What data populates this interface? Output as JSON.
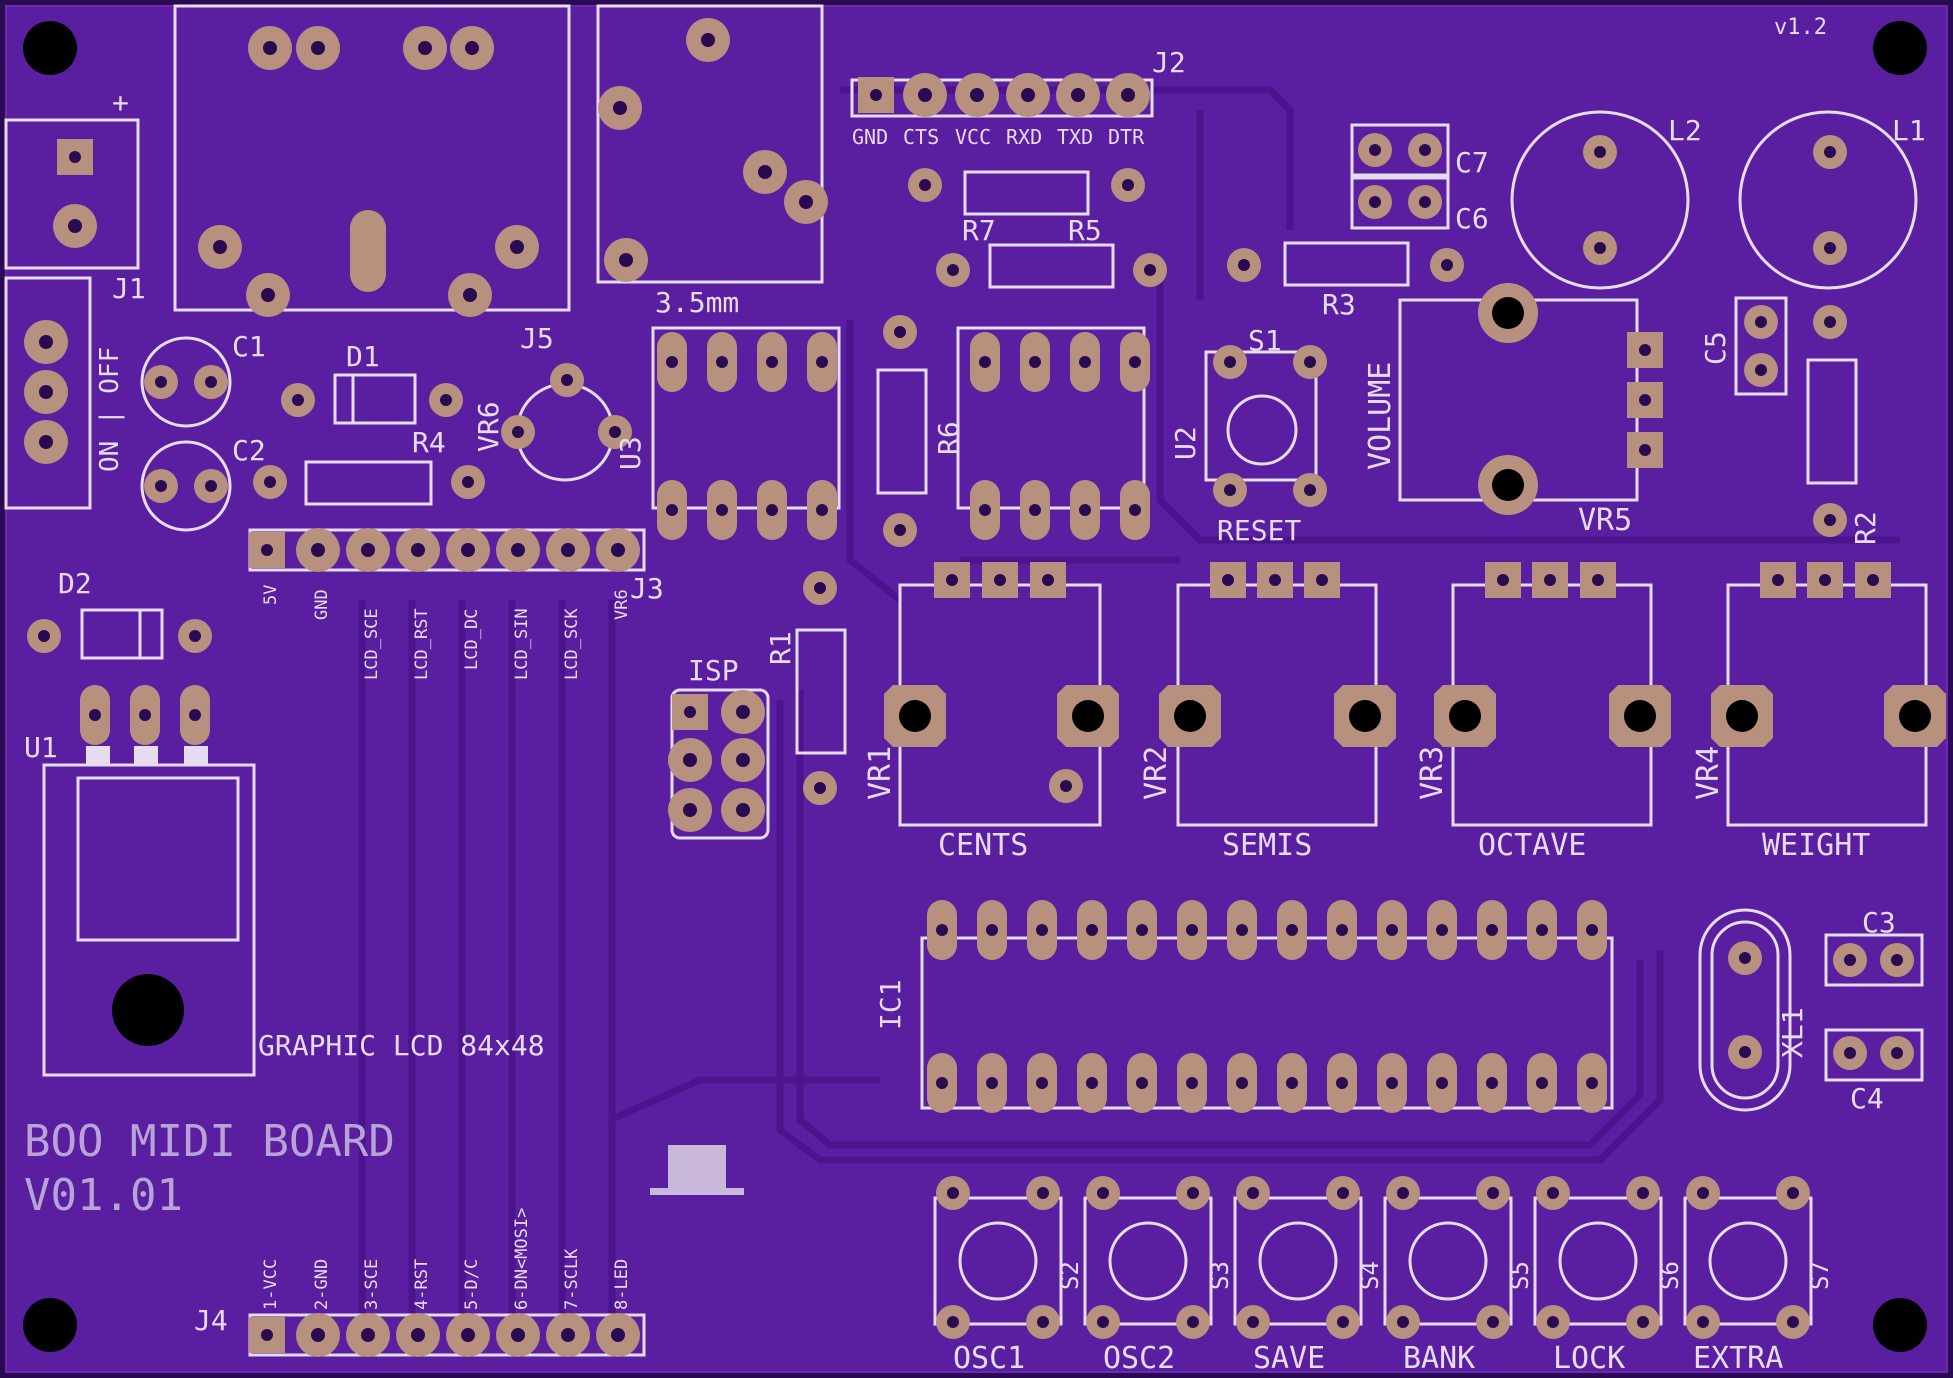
{
  "board": {
    "title": "BOO MIDI BOARD",
    "subtitle": "V01.01",
    "version": "v1.2",
    "colors": {
      "board": "#5a1ea0",
      "copper": "#b8907e",
      "silk": "#e7dcef",
      "trace": "#4b148c"
    }
  },
  "connectors": {
    "j1": "J1",
    "j2": "J2",
    "j3": "J3",
    "j4": "J4",
    "j5": "J5",
    "isp": "ISP",
    "audio": "3.5mm",
    "plus": "+",
    "switch_label": "ON | OFF",
    "j2_pins": [
      "GND",
      "CTS",
      "VCC",
      "RXD",
      "TXD",
      "DTR"
    ],
    "j3_pins": [
      "5V",
      "GND",
      "LCD_SCE",
      "LCD_RST",
      "LCD_DC",
      "LCD_SIN",
      "LCD_SCK",
      "VR6"
    ],
    "j4_pins": [
      "1-VCC",
      "2-GND",
      "3-SCE",
      "4-RST",
      "5-D/C",
      "6-DN<MOSI>",
      "7-SCLK",
      "8-LED"
    ]
  },
  "components": {
    "c1": "C1",
    "c2": "C2",
    "c3": "C3",
    "c4": "C4",
    "c5": "C5",
    "c6": "C6",
    "c7": "C7",
    "d1": "D1",
    "d2": "D2",
    "u1": "U1",
    "u2": "U2",
    "u3": "U3",
    "ic1": "IC1",
    "r1": "R1",
    "r2": "R2",
    "r3": "R3",
    "r4": "R4",
    "r5": "R5",
    "r6": "R6",
    "r7": "R7",
    "l1": "L1",
    "l2": "L2",
    "xl1": "XL1",
    "vr6": "VR6",
    "s1": "S1",
    "reset": "RESET",
    "lcd": "GRAPHIC LCD 84x48"
  },
  "pots": [
    {
      "id": "VR1",
      "label": "CENTS"
    },
    {
      "id": "VR2",
      "label": "SEMIS"
    },
    {
      "id": "VR3",
      "label": "OCTAVE"
    },
    {
      "id": "VR4",
      "label": "WEIGHT"
    },
    {
      "id": "VR5",
      "label": "VOLUME"
    }
  ],
  "buttons": [
    {
      "id": "S2",
      "label": "OSC1"
    },
    {
      "id": "S3",
      "label": "OSC2"
    },
    {
      "id": "S4",
      "label": "SAVE"
    },
    {
      "id": "S5",
      "label": "BANK"
    },
    {
      "id": "S6",
      "label": "LOCK"
    },
    {
      "id": "S7",
      "label": "EXTRA"
    }
  ]
}
